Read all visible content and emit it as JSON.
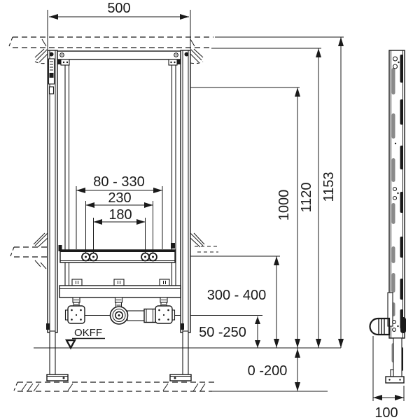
{
  "drawing": {
    "dimensions": {
      "width_top": "500",
      "connection_group_range": "80 - 330",
      "connection_outer": "230",
      "connection_inner": "180",
      "height_1000": "1000",
      "frame_height": "1120",
      "total_height": "1153",
      "water_height_range": "300 - 400",
      "drain_height_range": "50 -250",
      "floor_offset_range": "0 -200",
      "depth": "100"
    },
    "labels": {
      "floor_level": "OKFF"
    },
    "colors": {
      "line": "#1a1a1a",
      "slot_gray": "#8a8a8a",
      "background": "#ffffff"
    }
  }
}
